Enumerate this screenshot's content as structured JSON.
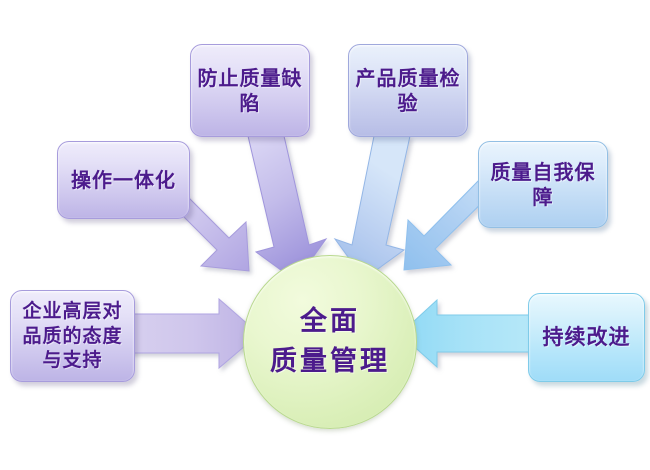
{
  "diagram": {
    "title": "全面质量管理",
    "center": {
      "name": "center-node",
      "lines": [
        "全面",
        "质量管理"
      ],
      "shape": "circle",
      "fill_color": "#e4f4c9",
      "text_color": "#4c1b8c"
    },
    "nodes": [
      {
        "id": "prevent-defects",
        "label": "防止质量缺陷",
        "color": "#cfc8ee",
        "text_color": "#4c1b8c"
      },
      {
        "id": "product-inspection",
        "label": "产品质量检验",
        "color": "#c9cfee",
        "text_color": "#4c1b8c"
      },
      {
        "id": "operation-integration",
        "label": "操作一体化",
        "color": "#cfc8ee",
        "text_color": "#4c1b8c"
      },
      {
        "id": "self-assurance",
        "label": "质量自我保障",
        "color": "#c2dcf5",
        "text_color": "#4c1b8c"
      },
      {
        "id": "management-support",
        "label": "企业高层对品质的态度与支持",
        "color": "#cfc8ee",
        "text_color": "#4c1b8c"
      },
      {
        "id": "continuous-improvement",
        "label": "持续改进",
        "color": "#b6e6fa",
        "text_color": "#4c1b8c"
      }
    ],
    "arrows": [
      {
        "id": "arrow-operation-integration",
        "from": "operation-integration",
        "to": "center",
        "direction": "down-right",
        "color": "#b6aee0"
      },
      {
        "id": "arrow-prevent-defects",
        "from": "prevent-defects",
        "to": "center",
        "direction": "down",
        "color": "#aaa6de"
      },
      {
        "id": "arrow-product-inspection",
        "from": "product-inspection",
        "to": "center",
        "direction": "down-left",
        "color": "#a8c4ea"
      },
      {
        "id": "arrow-self-assurance",
        "from": "self-assurance",
        "to": "center",
        "direction": "down-left",
        "color": "#a6cdf0"
      },
      {
        "id": "arrow-management-support",
        "from": "management-support",
        "to": "center",
        "direction": "right",
        "color": "#cdc3e8"
      },
      {
        "id": "arrow-continuous-improvement",
        "from": "continuous-improvement",
        "to": "center",
        "direction": "left",
        "color": "#a9e4f7"
      }
    ]
  }
}
